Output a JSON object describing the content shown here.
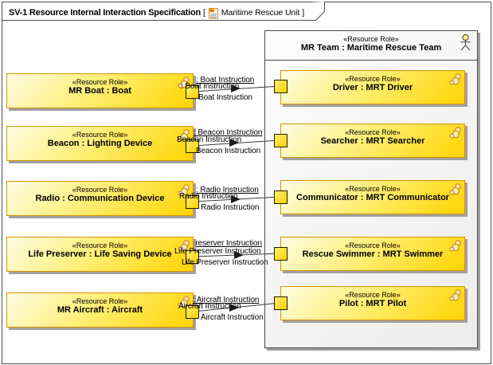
{
  "diagram": {
    "title": "SV-1 Resource Internal Interaction Specification",
    "context_open": "[",
    "context_name": "Maritime Rescue Unit",
    "context_close": "]"
  },
  "left_resources": [
    {
      "stereotype": "«Resource Role»",
      "name": "MR Boat : Boat"
    },
    {
      "stereotype": "«Resource Role»",
      "name": "Beacon : Lighting Device"
    },
    {
      "stereotype": "«Resource Role»",
      "name": "Radio : Communication Device"
    },
    {
      "stereotype": "«Resource Role»",
      "name": "Life Preserver : Life Saving Device"
    },
    {
      "stereotype": "«Resource Role»",
      "name": "MR Aircraft : Aircraft"
    }
  ],
  "team_container": {
    "stereotype": "«Resource Role»",
    "name": "MR Team : Maritime Rescue Team"
  },
  "team_members": [
    {
      "stereotype": "«Resource Role»",
      "name": "Driver : MRT Driver"
    },
    {
      "stereotype": "«Resource Role»",
      "name": "Searcher : MRT Searcher"
    },
    {
      "stereotype": "«Resource Role»",
      "name": "Communicator : MRT Communicator"
    },
    {
      "stereotype": "«Resource Role»",
      "name": "Rescue Swimmer : MRT Swimmer"
    },
    {
      "stereotype": "«Resource Role»",
      "name": "Pilot : MRT Pilot"
    }
  ],
  "connections": [
    {
      "target_port_label": ": Boat Instruction",
      "source_port_label": ": Boat Instruction",
      "flow_label": "Boat Instruction"
    },
    {
      "target_port_label": ": Beacon Instruction",
      "source_port_label": "Beacon Instruction",
      "flow_label": "Beacon Instruction"
    },
    {
      "target_port_label": ": Radio Instruction",
      "source_port_label": "Radio Instruction",
      "flow_label": "Radio Instruction"
    },
    {
      "target_port_label": ": Life Preserver Instruction",
      "source_port_label": "Life Preserver Instruction",
      "flow_label": "Life Preserver Instruction"
    },
    {
      "target_port_label": ": Aircraft Instruction",
      "source_port_label": "Aircraft Instruction",
      "flow_label": "Aircraft Instruction"
    }
  ],
  "colors": {
    "box_fill_top": "#fffde4",
    "box_fill_bottom": "#ffd400",
    "box_border": "#d89400",
    "container_border": "#4a4a4a",
    "shadow": "#a0a0a0",
    "connector": "#3c3c3c"
  }
}
